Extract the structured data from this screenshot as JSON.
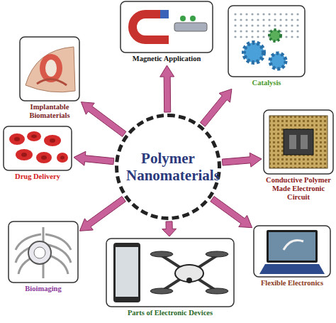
{
  "diagram": {
    "nodes": [
      {
        "text": [
          "Polymer Nanomaterials"
        ]
      },
      {
        "text": [
          "Magnetic Application"
        ]
      },
      {
        "text": [
          "Catalysis"
        ]
      },
      {
        "text": [
          "Implantable Biomaterials"
        ]
      },
      {
        "text": [
          "Drug Delivery"
        ]
      },
      {
        "text": [
          "Conductive Polymer Made Electronic Circuit"
        ]
      },
      {
        "text": [
          "Bioimaging"
        ]
      },
      {
        "text": [
          "Parts of Electronic Devices"
        ]
      },
      {
        "text": [
          "Flexible Electronics"
        ]
      }
    ],
    "edges": [
      {
        "from": 0,
        "to": 1,
        "arrow": "to"
      },
      {
        "from": 0,
        "to": 2,
        "arrow": "to"
      },
      {
        "from": 0,
        "to": 3,
        "arrow": "to"
      },
      {
        "from": 0,
        "to": 4,
        "arrow": "to"
      },
      {
        "from": 0,
        "to": 5,
        "arrow": "to"
      },
      {
        "from": 0,
        "to": 6,
        "arrow": "to"
      },
      {
        "from": 0,
        "to": 7,
        "arrow": "to"
      },
      {
        "from": 0,
        "to": 8,
        "arrow": "to"
      }
    ]
  }
}
